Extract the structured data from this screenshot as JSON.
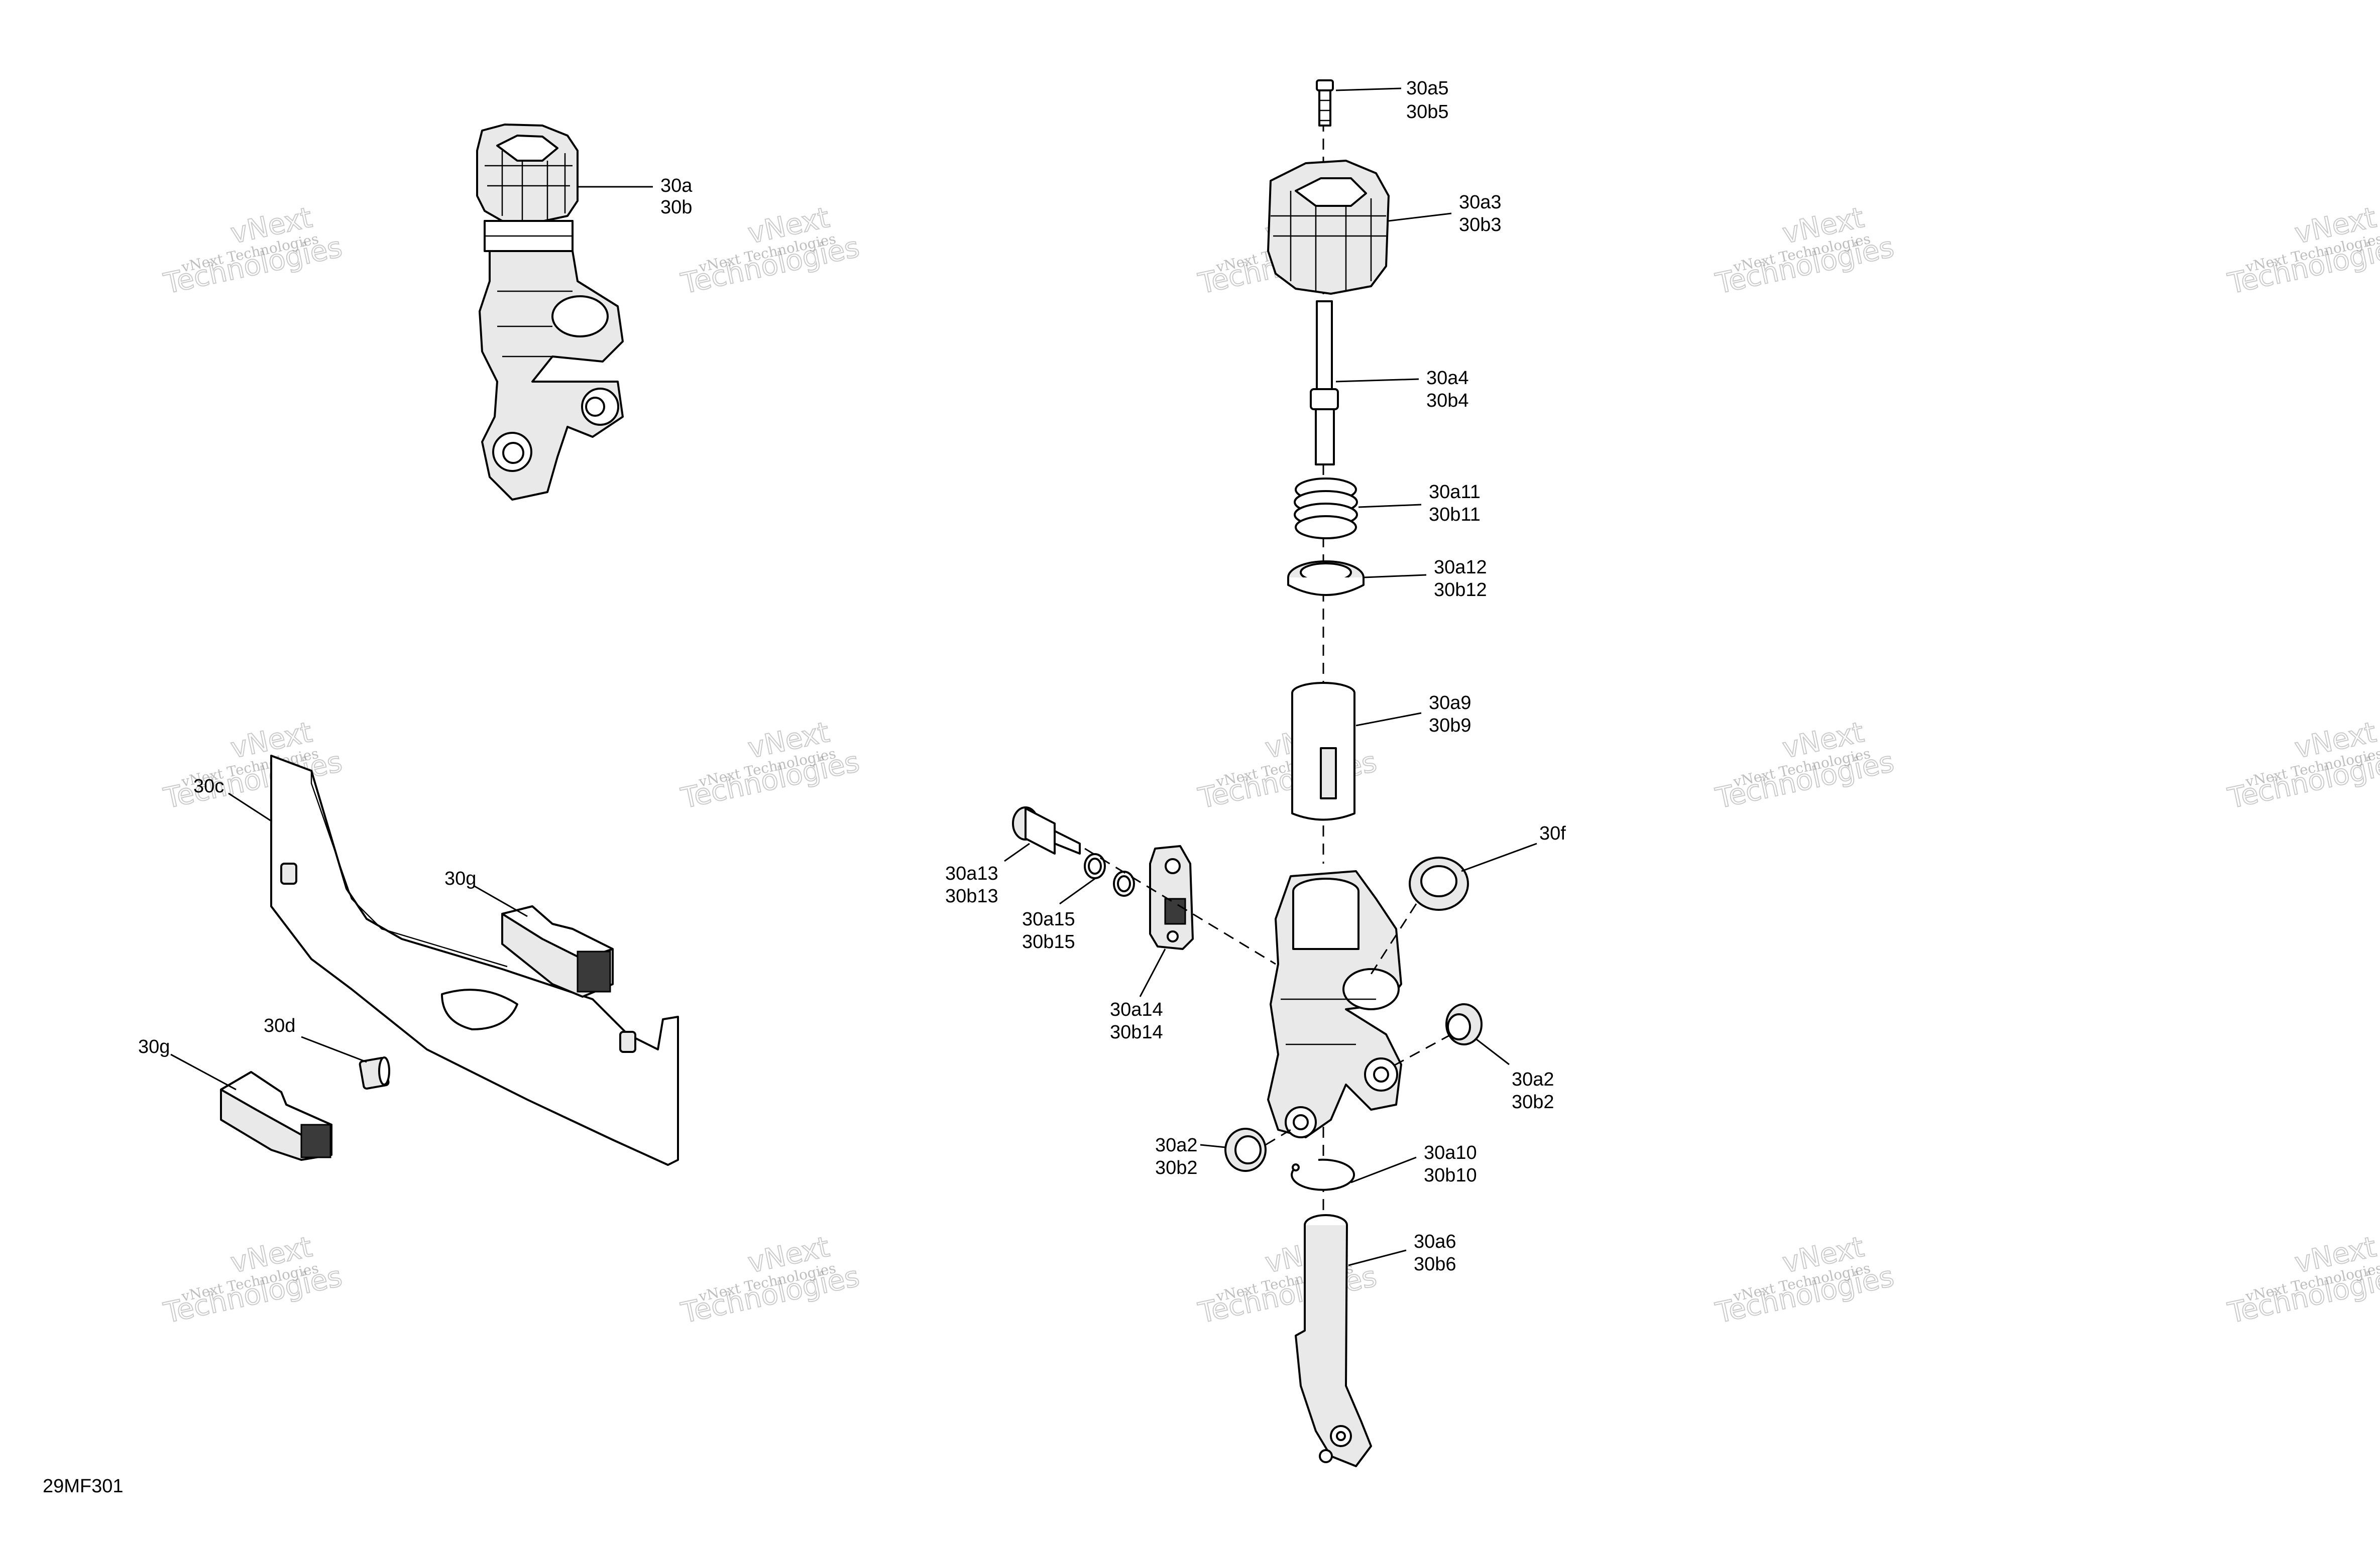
{
  "diagram_id": "29MF301",
  "watermark": {
    "line1": "vNext Technologies",
    "line2": "Technologies",
    "line3": "vNext"
  },
  "labels": {
    "l30a": "30a",
    "l30b": "30b",
    "l30a5": "30a5",
    "l30b5": "30b5",
    "l30a3": "30a3",
    "l30b3": "30b3",
    "l30a4": "30a4",
    "l30b4": "30b4",
    "l30a11": "30a11",
    "l30b11": "30b11",
    "l30a12": "30a12",
    "l30b12": "30b12",
    "l30a9": "30a9",
    "l30b9": "30b9",
    "l30f": "30f",
    "l30a13": "30a13",
    "l30b13": "30b13",
    "l30a15": "30a15",
    "l30b15": "30b15",
    "l30a14": "30a14",
    "l30b14": "30b14",
    "l30a2r": "30a2",
    "l30b2r": "30b2",
    "l30a2l": "30a2",
    "l30b2l": "30b2",
    "l30a10": "30a10",
    "l30b10": "30b10",
    "l30a6": "30a6",
    "l30b6": "30b6",
    "l30c": "30c",
    "l30g1": "30g",
    "l30g2": "30g",
    "l30d": "30d"
  }
}
